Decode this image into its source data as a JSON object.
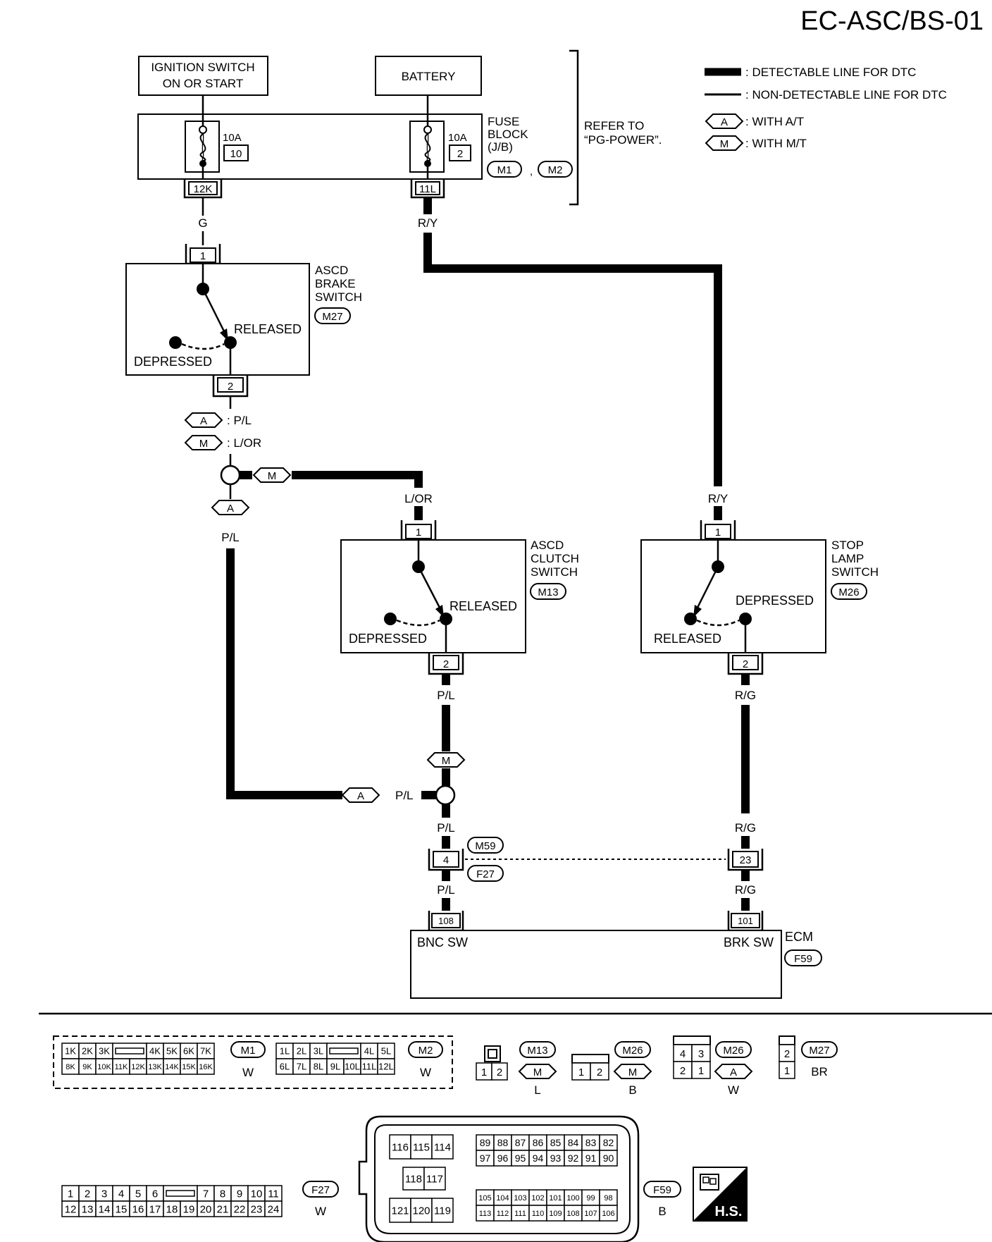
{
  "header": {
    "title": "EC-ASC/BS-01"
  },
  "legend": {
    "detectable": ": DETECTABLE LINE FOR DTC",
    "non_detectable": ": NON-DETECTABLE LINE FOR DTC",
    "at_tag": "A",
    "at_label": ": WITH A/T",
    "mt_tag": "M",
    "mt_label": ": WITH M/T"
  },
  "power": {
    "ignition_line1": "IGNITION SWITCH",
    "ignition_line2": "ON OR START",
    "battery": "BATTERY",
    "fuse_block_line1": "FUSE",
    "fuse_block_line2": "BLOCK",
    "fuse_block_line3": "(J/B)",
    "fuse_block_conn1": "M1",
    "fuse_block_conn2": "M2",
    "fuse_left_rating": "10A",
    "fuse_left_no": "10",
    "fuse_right_rating": "10A",
    "fuse_right_no": "2",
    "term_left": "12K",
    "term_right": "11L",
    "refer_line1": "REFER TO",
    "refer_line2": "“PG-POWER”."
  },
  "wires": {
    "g": "G",
    "ry1": "R/Y",
    "ry2": "R/Y",
    "pl_a": ": P/L",
    "lor_m": ": L/OR",
    "lor": "L/OR",
    "pl_left": "P/L",
    "pl_clutch": "P/L",
    "pl_join": "P/L",
    "pl_mid": "P/L",
    "pl_bottom": "P/L",
    "rg1": "R/G",
    "rg2": "R/G",
    "rg3": "R/G"
  },
  "brake_switch": {
    "line1": "ASCD",
    "line2": "BRAKE",
    "line3": "SWITCH",
    "conn": "M27",
    "released": "RELEASED",
    "depressed": "DEPRESSED",
    "pin_top": "1",
    "pin_bottom": "2"
  },
  "clutch_switch": {
    "line1": "ASCD",
    "line2": "CLUTCH",
    "line3": "SWITCH",
    "conn": "M13",
    "released": "RELEASED",
    "depressed": "DEPRESSED",
    "pin_top": "1",
    "pin_bottom": "2"
  },
  "stop_lamp_switch": {
    "line1": "STOP",
    "line2": "LAMP",
    "line3": "SWITCH",
    "conn": "M26",
    "depressed": "DEPRESSED",
    "released": "RELEASED",
    "pin_top": "1",
    "pin_bottom": "2"
  },
  "joint_connector": {
    "conn_top": "M59",
    "conn_bottom": "F27",
    "pin_left": "4",
    "pin_right": "23"
  },
  "ecm": {
    "label": "ECM",
    "conn": "F59",
    "pin_left": "108",
    "pin_right": "101",
    "bnc": "BNC SW",
    "brk": "BRK SW"
  },
  "connectors": {
    "m1": {
      "id": "M1",
      "color": "W",
      "top": [
        "1K",
        "2K",
        "3K",
        "",
        "4K",
        "5K",
        "6K",
        "7K"
      ],
      "bottom": [
        "8K",
        "9K",
        "10K",
        "11K",
        "12K",
        "13K",
        "14K",
        "15K",
        "16K"
      ]
    },
    "m2": {
      "id": "M2",
      "color": "W",
      "top": [
        "1L",
        "2L",
        "3L",
        "",
        "4L",
        "5L"
      ],
      "bottom": [
        "6L",
        "7L",
        "8L",
        "9L",
        "10L",
        "11L",
        "12L"
      ]
    },
    "m13": {
      "id": "M13",
      "tag": "M",
      "color": "L",
      "pins": [
        "1",
        "2"
      ]
    },
    "m26_mt": {
      "id": "M26",
      "tag": "M",
      "color": "B",
      "pins": [
        "1",
        "2"
      ]
    },
    "m26_at": {
      "id": "M26",
      "tag": "A",
      "color": "W",
      "pins": [
        "4",
        "3",
        "2",
        "1"
      ]
    },
    "m27": {
      "id": "M27",
      "color": "BR",
      "pins": [
        "2",
        "1"
      ]
    },
    "f27": {
      "id": "F27",
      "color": "W",
      "top": [
        "1",
        "2",
        "3",
        "4",
        "5",
        "6",
        "",
        "7",
        "8",
        "9",
        "10",
        "11"
      ],
      "bottom": [
        "12",
        "13",
        "14",
        "15",
        "16",
        "17",
        "18",
        "19",
        "20",
        "21",
        "22",
        "23",
        "24"
      ]
    },
    "f59": {
      "id": "F59",
      "color": "B",
      "g1": [
        "116",
        "115",
        "114"
      ],
      "g2": [
        "118",
        "117"
      ],
      "g3": [
        "121",
        "120",
        "119"
      ],
      "g4top": [
        "89",
        "88",
        "87",
        "86",
        "85",
        "84",
        "83",
        "82"
      ],
      "g4bot": [
        "97",
        "96",
        "95",
        "94",
        "93",
        "92",
        "91",
        "90"
      ],
      "g5top": [
        "105",
        "104",
        "103",
        "102",
        "101",
        "100",
        "99",
        "98"
      ],
      "g5bot": [
        "113",
        "112",
        "111",
        "110",
        "109",
        "108",
        "107",
        "106"
      ]
    },
    "hs": "H.S."
  }
}
